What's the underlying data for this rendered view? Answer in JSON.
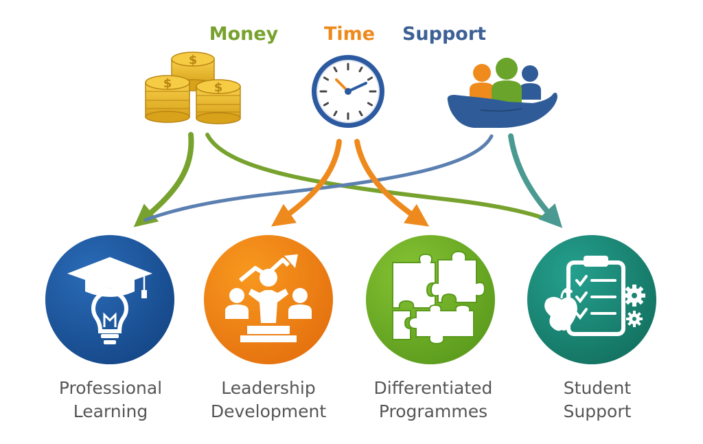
{
  "resources": [
    {
      "id": "money",
      "label": "Money",
      "color": "#77a22e",
      "icon": "coin-stack-icon"
    },
    {
      "id": "time",
      "label": "Time",
      "color": "#ee8a1d",
      "icon": "clock-icon"
    },
    {
      "id": "support",
      "label": "Support",
      "color": "#3d6196",
      "icon": "hand-people-icon"
    }
  ],
  "outcomes": [
    {
      "id": "professional-learning",
      "line1": "Professional",
      "line2": "Learning",
      "color": "#1b539a",
      "icon": "graduation-cap-lightbulb-icon"
    },
    {
      "id": "leadership-development",
      "line1": "Leadership",
      "line2": "Development",
      "color": "#ec7d12",
      "icon": "leader-team-growth-icon"
    },
    {
      "id": "differentiated-programmes",
      "line1": "Differentiated",
      "line2": "Programmes",
      "color": "#69a922",
      "icon": "puzzle-pieces-icon"
    },
    {
      "id": "student-support",
      "line1": "Student",
      "line2": "Support",
      "color": "#1c8577",
      "icon": "clipboard-apple-gear-icon"
    }
  ],
  "colors": {
    "money_arrow": "#77a22e",
    "time_arrow": "#ee8a1d",
    "support_arrow": "#5a7fb0",
    "support_arrow_teal": "#4b9a92"
  }
}
